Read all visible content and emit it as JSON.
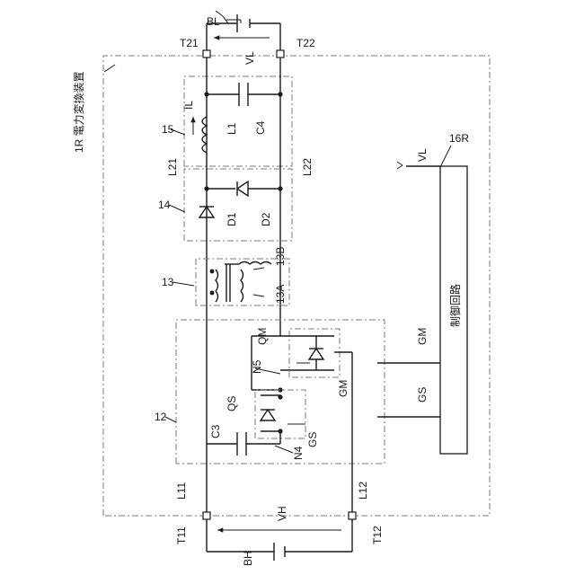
{
  "diagram": {
    "title": "1R 電力変換装置",
    "labels": {
      "bl": "BL",
      "bh": "BH",
      "t21": "T21",
      "t22": "T22",
      "t11": "T11",
      "t12": "T12",
      "vl": "VL",
      "vh": "VH",
      "il": "IL",
      "l1": "L1",
      "c4": "C4",
      "block15": "15",
      "block14": "14",
      "block13": "13",
      "block12": "12",
      "l21": "L21",
      "l22": "L22",
      "l11": "L11",
      "l12": "L12",
      "d1": "D1",
      "d2": "D2",
      "t13a": "13A",
      "t13b": "13B",
      "qm": "QM",
      "qs": "QS",
      "n5": "N5",
      "n4": "N4",
      "c3": "C3",
      "gm": "GM",
      "gs": "GS",
      "ctrl_id": "16R",
      "ctrl_name": "制御回路",
      "ctrl_in": "VL",
      "ctrl_gm": "GM",
      "ctrl_gs": "GS"
    }
  }
}
